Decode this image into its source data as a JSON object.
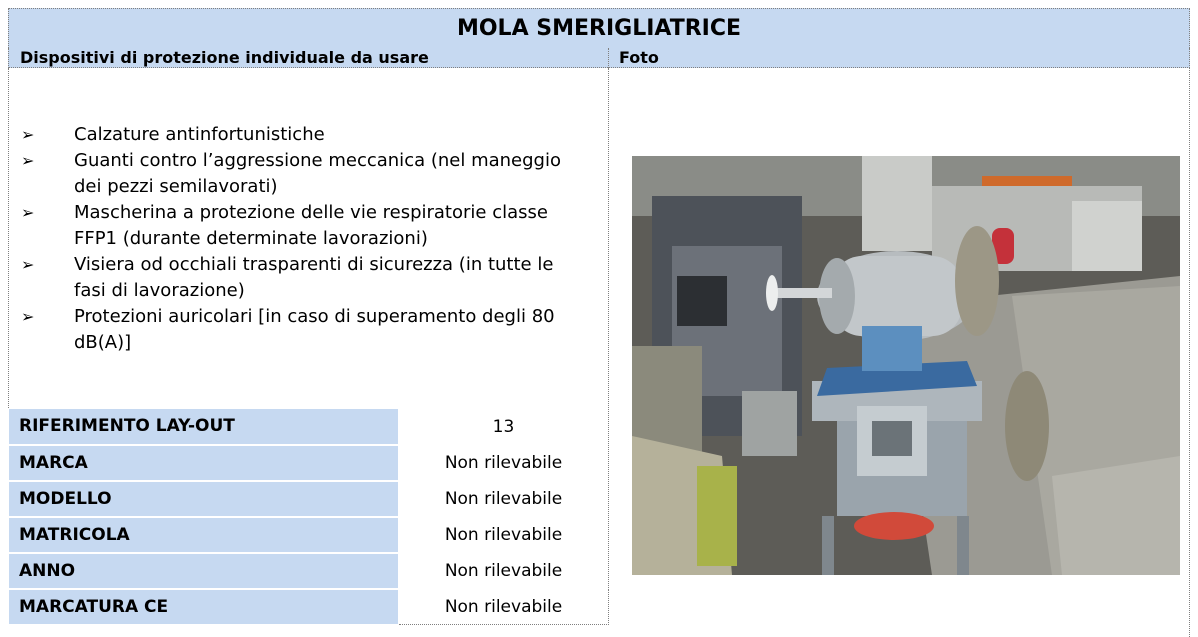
{
  "title": "MOLA SMERIGLIATRICE",
  "headers": {
    "dpi": "Dispositivi di protezione individuale da usare",
    "photo": "Foto"
  },
  "dpi_bullet": "➢",
  "dpi_items": [
    "Calzature antinfortunistiche",
    "Guanti contro l’aggressione meccanica (nel maneggio dei pezzi semilavorati)",
    "Mascherina a protezione delle vie respiratorie classe FFP1 (durante determinate lavorazioni)",
    "Visiera od occhiali trasparenti di sicurezza (in tutte le fasi di lavorazione)",
    "Protezioni auricolari [in caso di superamento degli 80 dB(A)]"
  ],
  "info_rows": [
    {
      "label": "RIFERIMENTO LAY-OUT",
      "value": "13"
    },
    {
      "label": "MARCA",
      "value": "Non rilevabile"
    },
    {
      "label": "MODELLO",
      "value": "Non rilevabile"
    },
    {
      "label": "MATRICOLA",
      "value": "Non rilevabile"
    },
    {
      "label": "ANNO",
      "value": "Non rilevabile"
    },
    {
      "label": "MARCATURA CE",
      "value": "Non rilevabile"
    }
  ],
  "colors": {
    "header_fill": "#c6d9f1",
    "border": "#7f7f7f"
  },
  "photo_icon": "bench-grinder-photo"
}
